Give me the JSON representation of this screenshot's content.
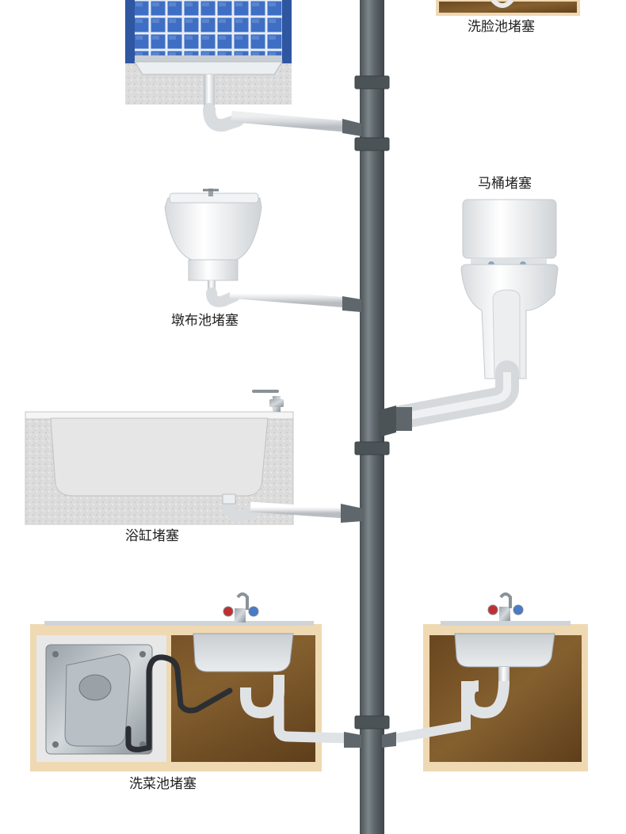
{
  "labels": {
    "face_sink": "洗脸池堵塞",
    "toilet": "马桶堵塞",
    "mop_sink": "墩布池堵塞",
    "bathtub": "浴缸堵塞",
    "kitchen_sink": "洗菜池堵塞"
  },
  "colors": {
    "main_pipe": "#5f676c",
    "drain_pipe": "#e6e8ea",
    "cabinet_wood": "#7a5426",
    "cabinet_frame": "#efd9b3",
    "tile_blue": "#3f6fc4",
    "porcelain": "#f3f4f5",
    "bath_texture": "#dcdcdc",
    "label_text": "#222222"
  },
  "icons": [
    "faucet-icon",
    "toilet-icon",
    "washing-machine-icon",
    "sink-icon",
    "bathtub-icon"
  ]
}
